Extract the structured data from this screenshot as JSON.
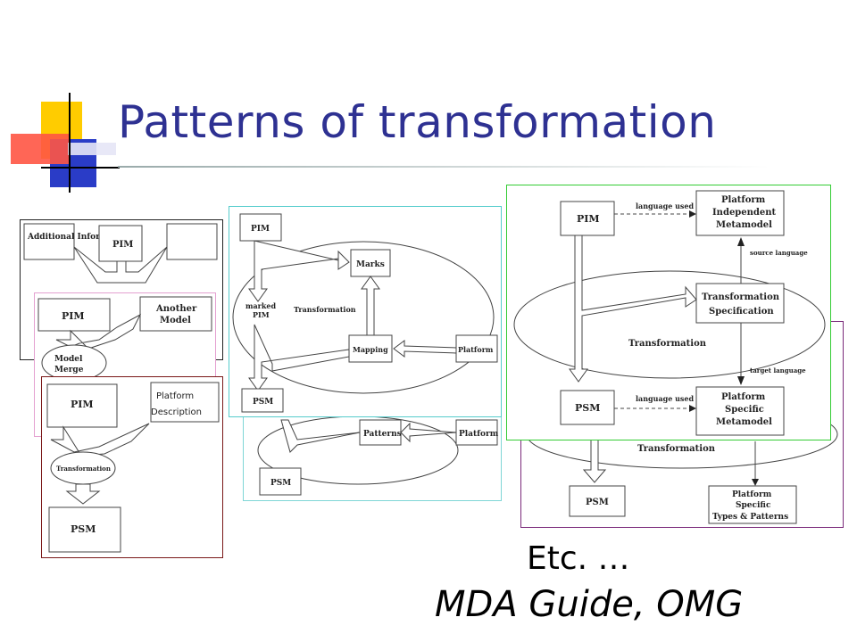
{
  "slide": {
    "title": "Patterns of transformation",
    "etc": "Etc. …",
    "source": "MDA Guide, OMG"
  },
  "diagram1": {
    "additional_information": "Additional Information",
    "pim": "PIM"
  },
  "diagram2": {
    "pim": "PIM",
    "another_model_line1": "Another",
    "another_model_line2": "Model",
    "model_merge_line1": "Model",
    "model_merge_line2": "Merge"
  },
  "diagram3": {
    "pim": "PIM",
    "platform_description_line1": "Platform",
    "platform_description_line2": "Description",
    "transformation": "Transformation",
    "psm": "PSM"
  },
  "diagram4": {
    "patterns": "Patterns",
    "platform": "Platform",
    "psm": "PSM"
  },
  "diagram5": {
    "pim": "PIM",
    "marks": "Marks",
    "marked_pim_line1": "marked",
    "marked_pim_line2": "PIM",
    "transformation": "Transformation",
    "mapping": "Mapping",
    "platform": "Platform",
    "psm": "PSM"
  },
  "diagram6": {
    "transformation": "Transformation",
    "psm": "PSM",
    "types_line1": "Platform",
    "types_line2": "Specific",
    "types_line3": "Types & Patterns"
  },
  "diagram7": {
    "pim": "PIM",
    "language_used_top": "language used",
    "pim_metamodel_line1": "Platform",
    "pim_metamodel_line2": "Independent",
    "pim_metamodel_line3": "Metamodel",
    "source_language": "source language",
    "transformation_spec_line1": "Transformation",
    "transformation_spec_line2": "Specification",
    "transformation": "Transformation",
    "target_language": "target language",
    "psm": "PSM",
    "language_used_bottom": "language used",
    "psm_metamodel_line1": "Platform",
    "psm_metamodel_line2": "Specific",
    "psm_metamodel_line3": "Metamodel"
  }
}
